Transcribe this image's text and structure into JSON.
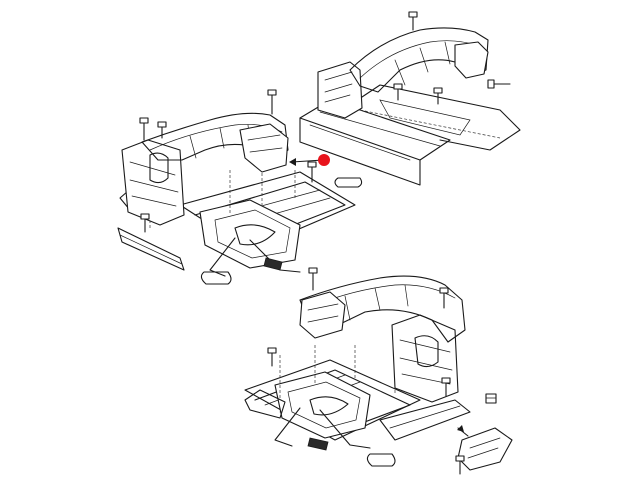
{
  "diagram": {
    "views": [
      "upper-right-assembly",
      "upper-left-assembly",
      "lower-assembly"
    ],
    "callout": {
      "color": "#e8141c",
      "shape": "dot-with-leader"
    },
    "line_color": "#1a1a1a",
    "background": "#ffffff"
  }
}
